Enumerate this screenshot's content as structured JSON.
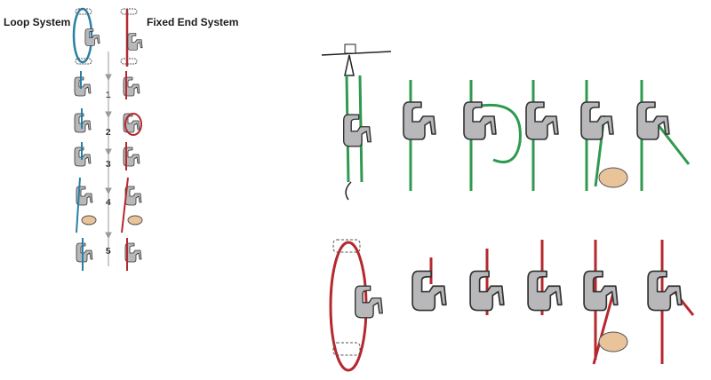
{
  "headings": {
    "loop_system": "Loop System",
    "fixed_end_system": "Fixed End System"
  },
  "steps": [
    "1",
    "2",
    "3",
    "4",
    "5"
  ],
  "colors": {
    "loop_rope": "#2a7fa6",
    "fixed_rope": "#b5282e",
    "green_rope": "#2e9a4e",
    "device": "#b8b8bb",
    "arrow": "#9a9a9a",
    "hand": "#e9c49a"
  }
}
